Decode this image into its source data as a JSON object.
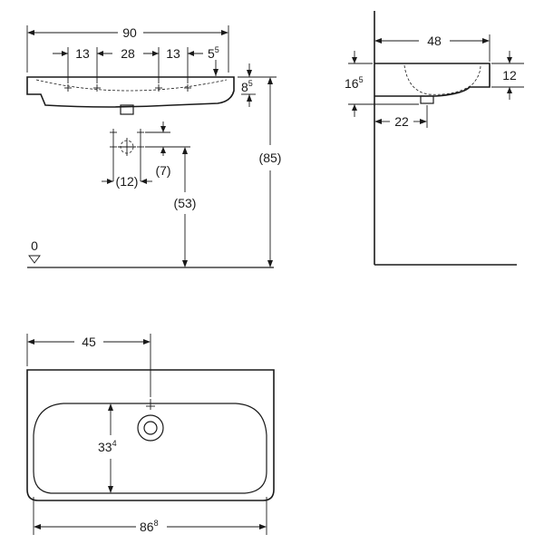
{
  "front_view": {
    "overall_width": "90",
    "hole_spacing_1": "13",
    "hole_spacing_2": "28",
    "hole_spacing_3": "13",
    "rim_to_hole": {
      "base": "5",
      "sup": "5"
    },
    "rim_height": {
      "base": "8",
      "sup": "5"
    },
    "total_height": "(85)",
    "waste_offset_v": "(7)",
    "waste_spacing": "(12)",
    "waste_height": "(53)",
    "floor_level": "0"
  },
  "side_view": {
    "depth": "48",
    "bowl_height": "12",
    "overall_height": {
      "base": "16",
      "sup": "5"
    },
    "waste_offset": "22"
  },
  "top_view": {
    "tap_hole_offset": "45",
    "bowl_depth": {
      "base": "33",
      "sup": "4"
    },
    "bowl_width": {
      "base": "86",
      "sup": "8"
    }
  }
}
